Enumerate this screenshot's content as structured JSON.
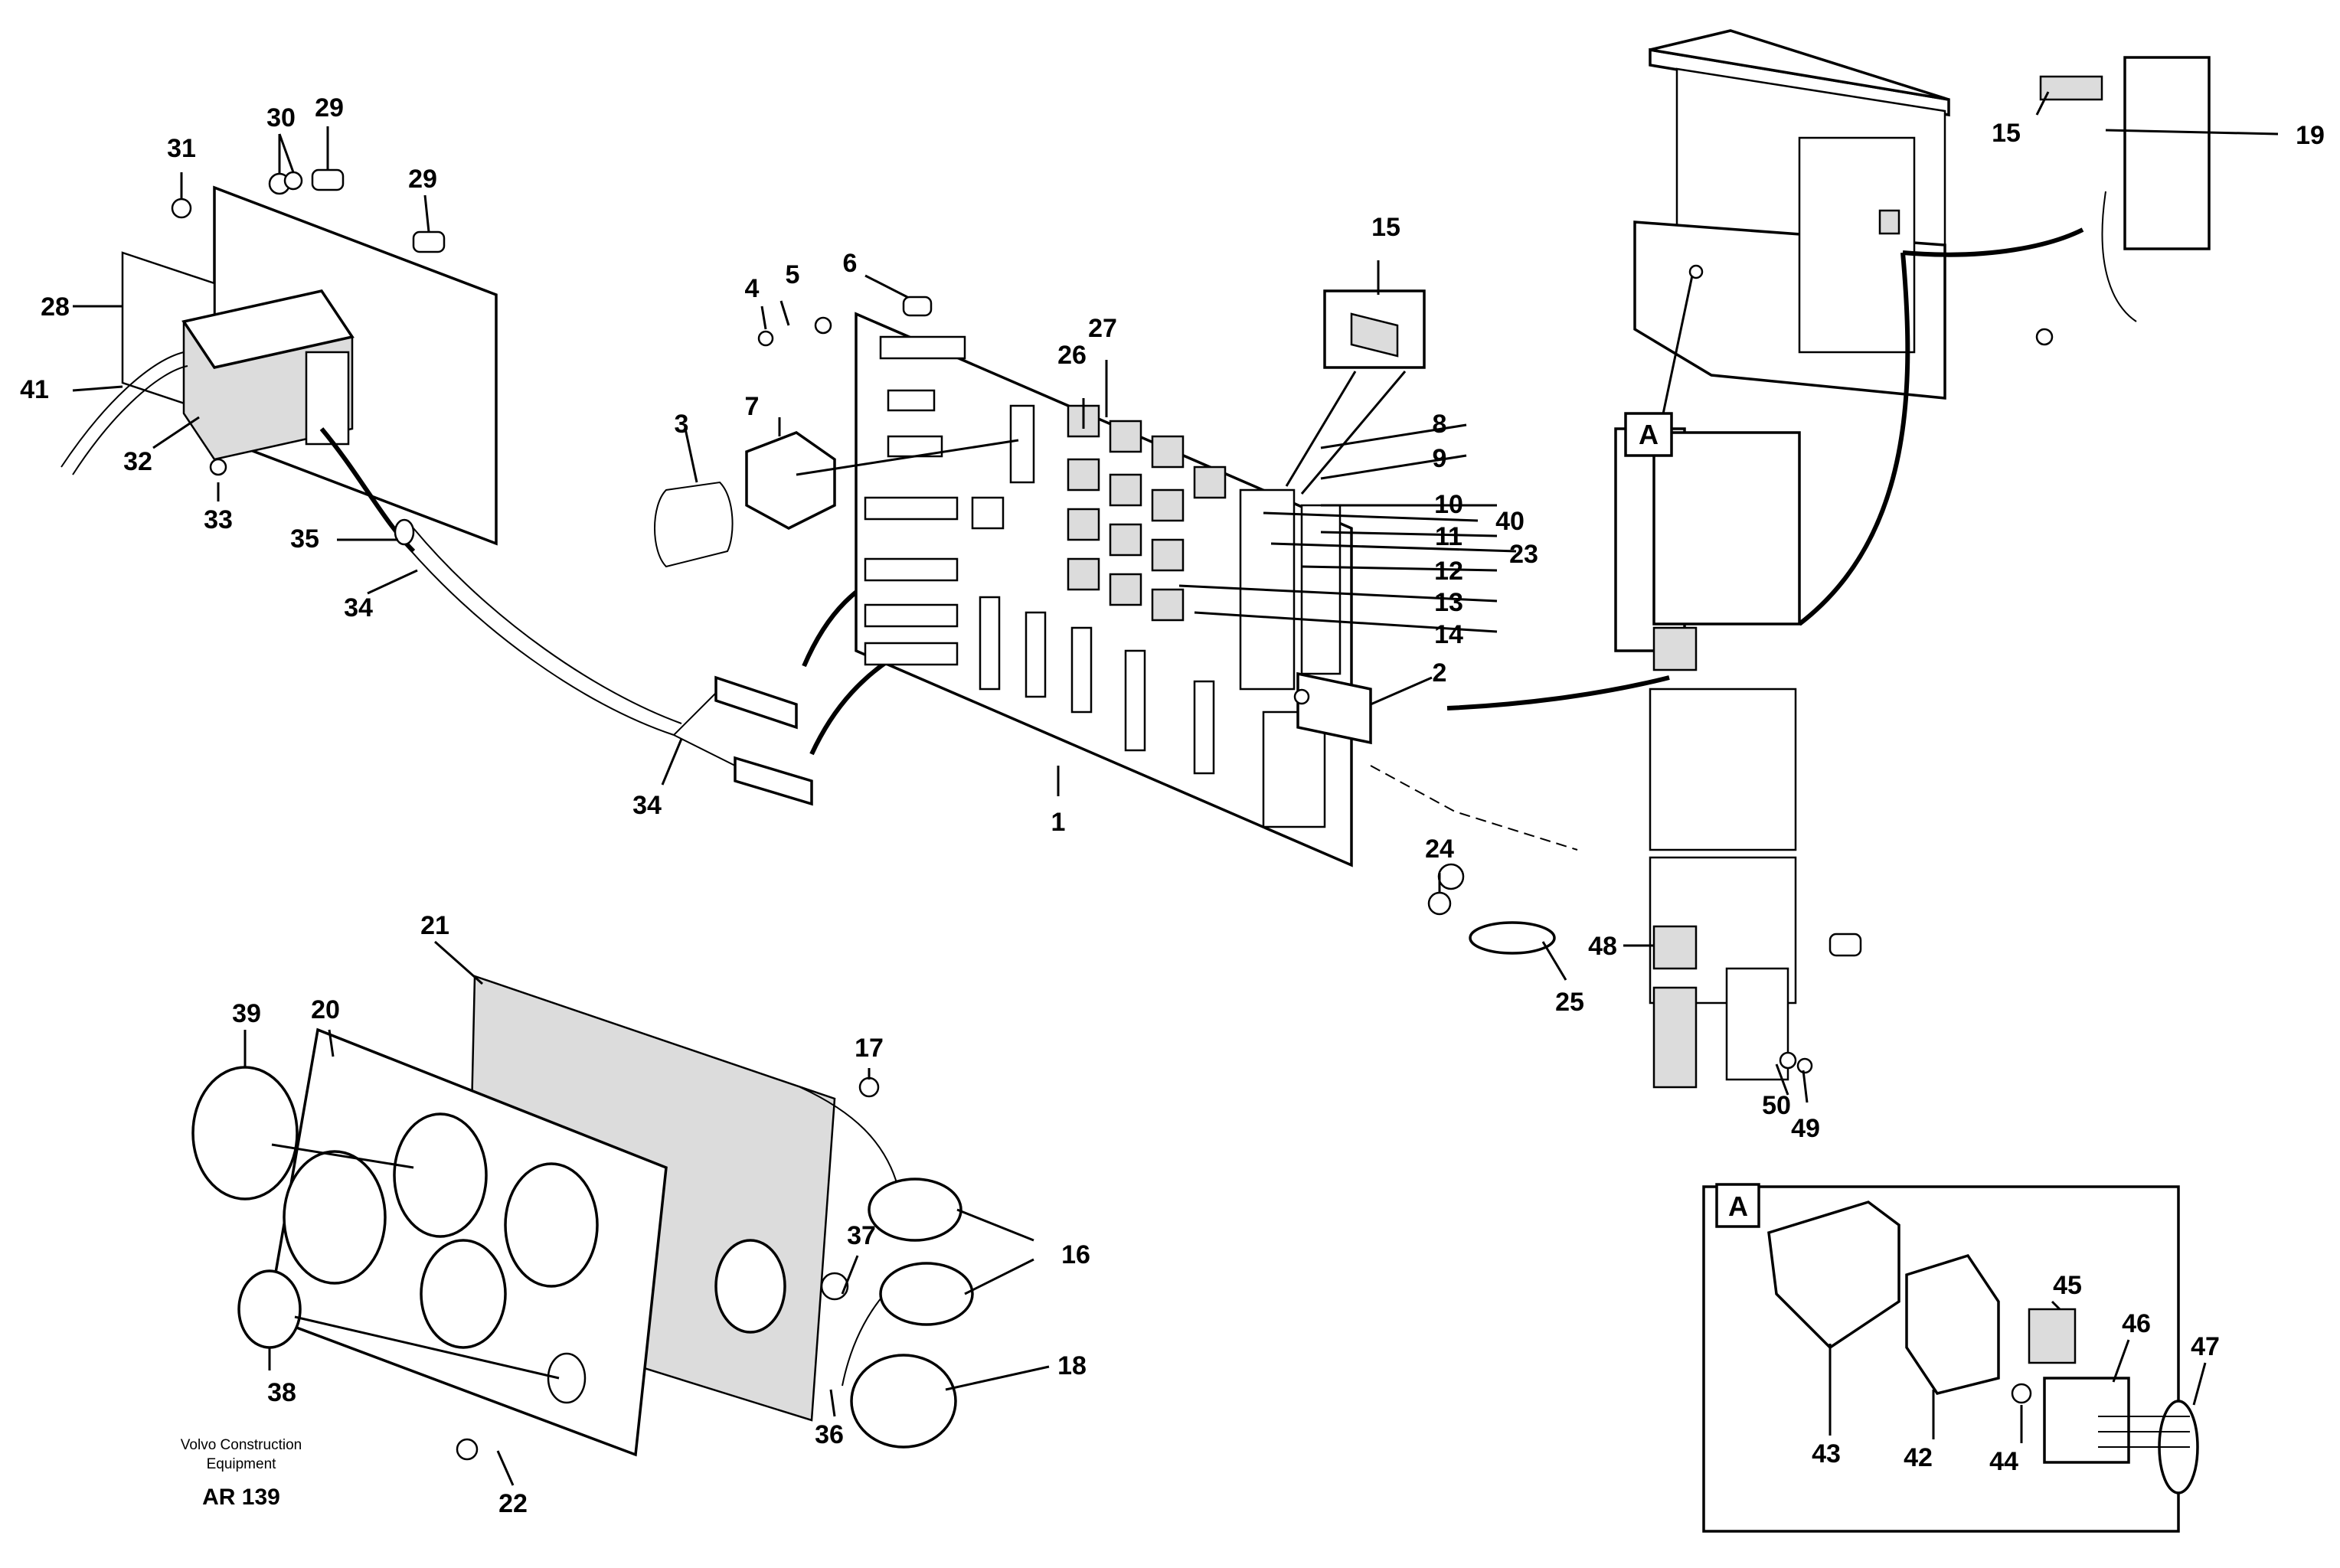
{
  "callouts": {
    "c1": "1",
    "c2": "2",
    "c3": "3",
    "c4": "4",
    "c5": "5",
    "c6": "6",
    "c7": "7",
    "c8": "8",
    "c9": "9",
    "c10": "10",
    "c11": "11",
    "c12": "12",
    "c13": "13",
    "c14": "14",
    "c15a": "15",
    "c15b": "15",
    "c16": "16",
    "c17": "17",
    "c18": "18",
    "c19": "19",
    "c20": "20",
    "c21": "21",
    "c22": "22",
    "c23": "23",
    "c24": "24",
    "c25": "25",
    "c26": "26",
    "c27": "27",
    "c28": "28",
    "c29a": "29",
    "c29b": "29",
    "c30": "30",
    "c31": "31",
    "c32": "32",
    "c33": "33",
    "c34a": "34",
    "c34b": "34",
    "c35": "35",
    "c36": "36",
    "c37": "37",
    "c38": "38",
    "c39": "39",
    "c40": "40",
    "c41": "41",
    "c42": "42",
    "c43": "43",
    "c44": "44",
    "c45": "45",
    "c46": "46",
    "c47": "47",
    "c48": "48",
    "c49": "49",
    "c50": "50"
  },
  "detail_ref": {
    "cab_marker": "A",
    "inset_marker": "A"
  },
  "footer": {
    "brand_line1": "Volvo Construction",
    "brand_line2": "Equipment",
    "code": "AR 139"
  }
}
